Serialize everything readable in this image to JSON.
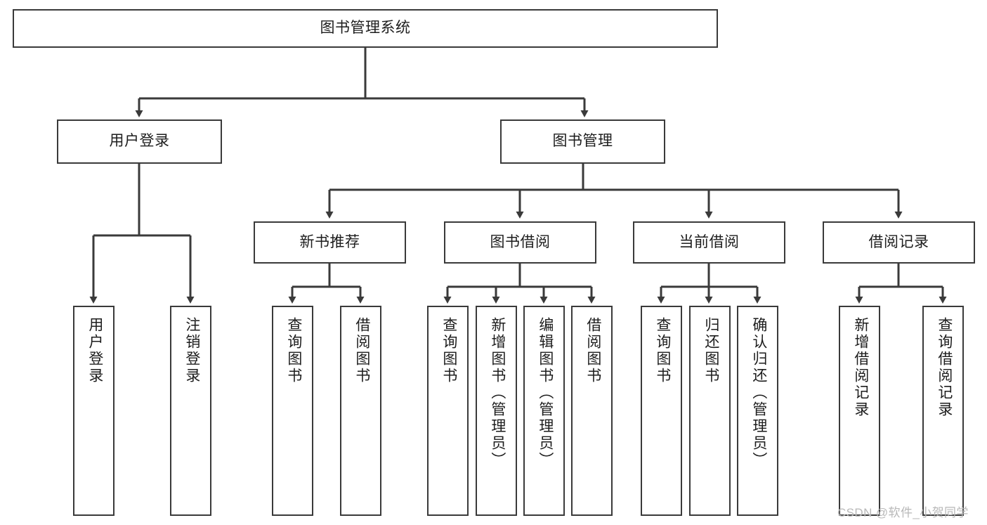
{
  "diagram": {
    "title": "图书管理系统",
    "type": "hierarchy-tree",
    "root": {
      "label": "图书管理系统"
    },
    "level2": [
      {
        "label": "用户登录"
      },
      {
        "label": "图书管理"
      }
    ],
    "level3": [
      {
        "label": "新书推荐"
      },
      {
        "label": "图书借阅"
      },
      {
        "label": "当前借阅"
      },
      {
        "label": "借阅记录"
      }
    ],
    "leaves": {
      "user_login": [
        {
          "label": "用户登录"
        },
        {
          "label": "注销登录"
        }
      ],
      "new_book_recommend": [
        {
          "label": "查询图书"
        },
        {
          "label": "借阅图书"
        }
      ],
      "book_borrow": [
        {
          "label": "查询图书"
        },
        {
          "label": "新增图书（管理员）"
        },
        {
          "label": "编辑图书（管理员）"
        },
        {
          "label": "借阅图书"
        }
      ],
      "current_borrow": [
        {
          "label": "查询图书"
        },
        {
          "label": "归还图书"
        },
        {
          "label": "确认归还（管理员）"
        }
      ],
      "borrow_record": [
        {
          "label": "新增借阅记录"
        },
        {
          "label": "查询借阅记录"
        }
      ]
    }
  },
  "watermark": {
    "text": "CSDN @软件_小贺同学"
  },
  "colors": {
    "stroke": "#3a3a3a",
    "background": "#ffffff",
    "text": "#1d1d1d",
    "watermark": "#b8b8b8"
  }
}
